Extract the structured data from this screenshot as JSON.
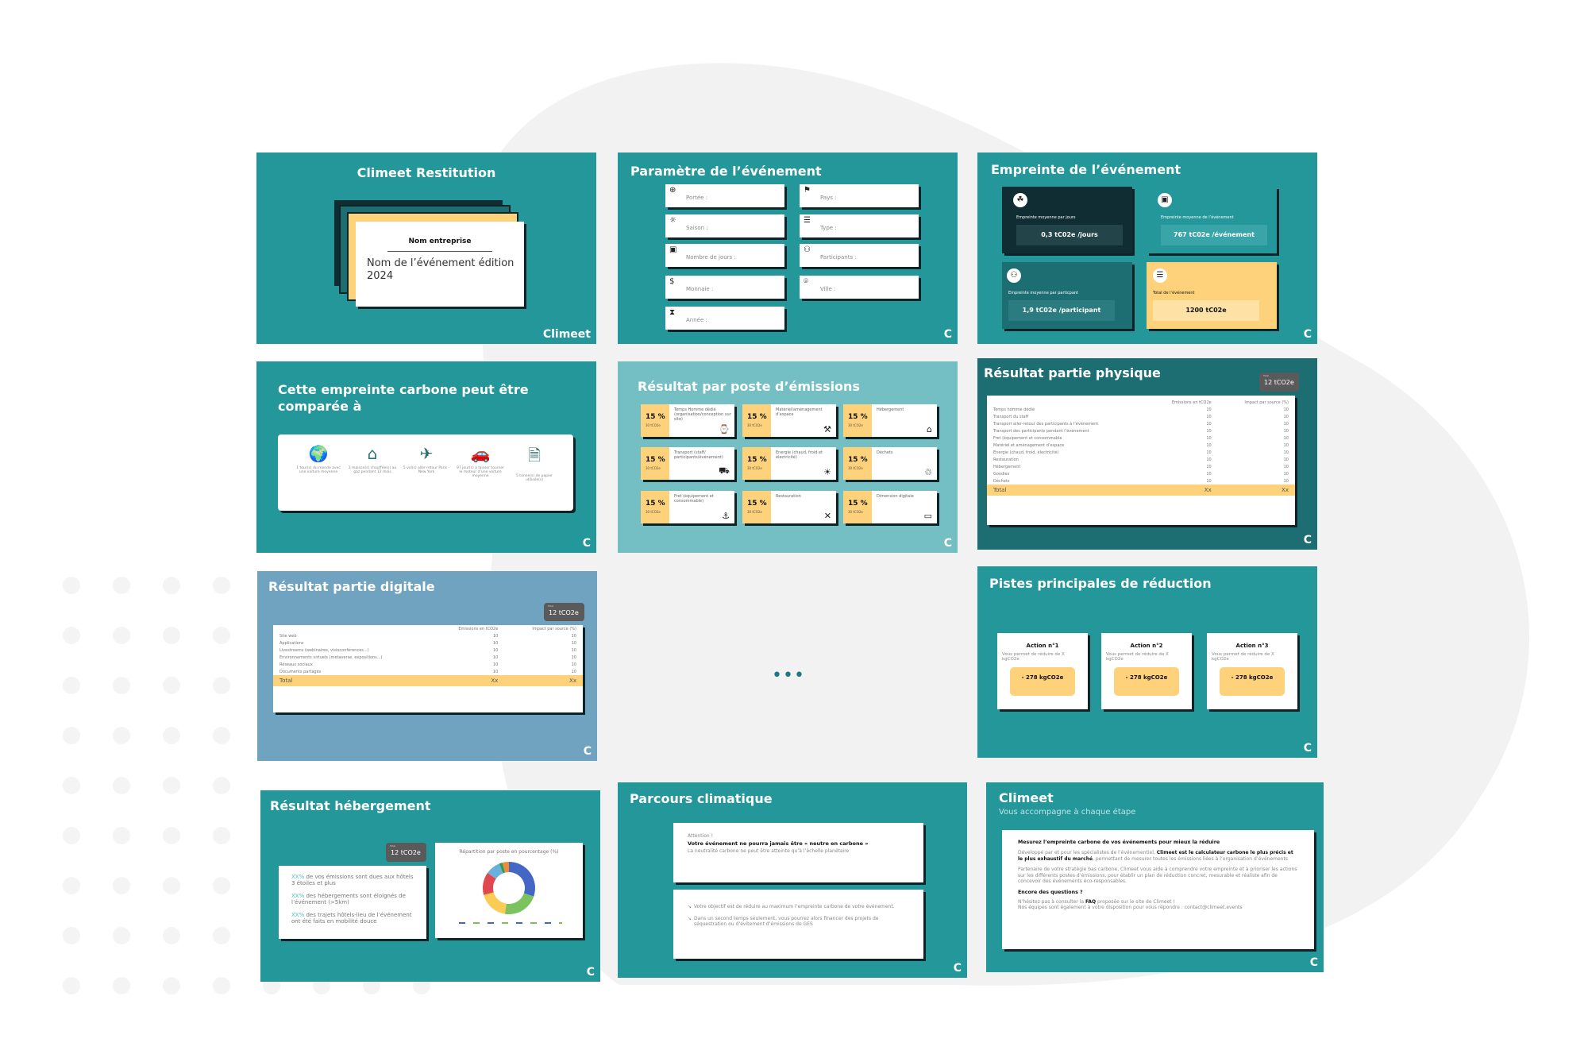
{
  "colors": {
    "teal": "#23979a",
    "dark_teal": "#1d6e73",
    "light_teal": "#74bfc4",
    "digital_blue": "#6fa3bf",
    "yellow": "#fdd27a",
    "dark": "#0f2d33"
  },
  "more_indicator": "•••",
  "s1": {
    "title": "Climeet Restitution",
    "company": "Nom entreprise",
    "event": "Nom de l’événement édition 2024",
    "logo": "Climeet"
  },
  "s2": {
    "title": "Paramètre de l’événement",
    "fields": [
      {
        "icon": "globe-icon",
        "glyph": "⊕",
        "label": "Portée :"
      },
      {
        "icon": "sun-icon",
        "glyph": "☼",
        "label": "Saison :"
      },
      {
        "icon": "calendar-icon",
        "glyph": "▣",
        "label": "Nombre de jours :"
      },
      {
        "icon": "dollar-icon",
        "glyph": "$",
        "label": "Monnaie :"
      },
      {
        "icon": "hourglass-icon",
        "glyph": "⧗",
        "label": "Année :"
      },
      {
        "icon": "flag-icon",
        "glyph": "⚑",
        "label": "Pays :"
      },
      {
        "icon": "type-icon",
        "glyph": "☰",
        "label": "Type :"
      },
      {
        "icon": "people-icon",
        "glyph": "⚇",
        "label": "Participants :"
      },
      {
        "icon": "pin-icon",
        "glyph": "⌾",
        "label": "Ville :"
      }
    ]
  },
  "s3": {
    "title": "Empreinte de l’événement",
    "cards": [
      {
        "label": "Empreinte moyenne par jours",
        "value": "0,3 tC02e /jours"
      },
      {
        "label": "Empreinte moyenne de l’événement",
        "value": "767 tC02e /événement"
      },
      {
        "label": "Empreinte moyenne par particpant",
        "value": "1,9 tC02e /participant"
      },
      {
        "label": "Total de l’événement",
        "value": "1200 tC02e"
      }
    ]
  },
  "s4": {
    "title": "Cette empreinte carbone peut être comparée à",
    "items": [
      {
        "icon": "globe-icon",
        "glyph": "🌍",
        "text": "1 tour(s) du monde avec une voiture moyenne"
      },
      {
        "icon": "house-icon",
        "glyph": "⌂",
        "text": "3 maison(s) chauffée(s) au gaz pendant 12 mois"
      },
      {
        "icon": "plane-icon",
        "glyph": "✈",
        "text": "5 vol(s) aller-retour Paris - New York"
      },
      {
        "icon": "car-icon",
        "glyph": "🚗",
        "text": "97 jour(s) à laisser tourner le moteur d’une voiture moyenne"
      },
      {
        "icon": "paper-icon",
        "glyph": "🗎",
        "text": "5 tonne(s) de papier utilisée(s)"
      }
    ]
  },
  "s5": {
    "title": "Résultat par poste d’émissions",
    "items": [
      {
        "pct": "15 %",
        "val": "30 tCO2e",
        "name": "Temps Homme dédié (organisation/conception sur site)",
        "icon": "person-clock-icon",
        "glyph": "⌚"
      },
      {
        "pct": "15 %",
        "val": "30 tCO2e",
        "name": "Matériel/aménagement d’espace",
        "icon": "tools-icon",
        "glyph": "⚒"
      },
      {
        "pct": "15 %",
        "val": "30 tCO2e",
        "name": "Hébergement",
        "icon": "building-icon",
        "glyph": "⌂"
      },
      {
        "pct": "15 %",
        "val": "30 tCO2e",
        "name": "Transport (staff/ participants/événement)",
        "icon": "transport-icon",
        "glyph": "⛟"
      },
      {
        "pct": "15 %",
        "val": "30 tCO2e",
        "name": "Energie (chaud, froid et électricité)",
        "icon": "bulb-icon",
        "glyph": "☀"
      },
      {
        "pct": "15 %",
        "val": "30 tCO2e",
        "name": "Déchets",
        "icon": "trash-icon",
        "glyph": "♲"
      },
      {
        "pct": "15 %",
        "val": "30 tCO2e",
        "name": "Fret (équipement et consommable)",
        "icon": "ship-icon",
        "glyph": "⚓"
      },
      {
        "pct": "15 %",
        "val": "30 tCO2e",
        "name": "Restauration",
        "icon": "cutlery-icon",
        "glyph": "✕"
      },
      {
        "pct": "15 %",
        "val": "30 tCO2e",
        "name": "Dimension digitale",
        "icon": "monitor-icon",
        "glyph": "▭"
      }
    ]
  },
  "s6": {
    "title": "Résultat partie physique",
    "badge_small": "Total",
    "badge_value": "12 tCO2e",
    "headers": [
      "",
      "Emissions en tCO2e",
      "Impact par source (%)"
    ],
    "rows": [
      [
        "Temps homme dédié",
        "10",
        "10"
      ],
      [
        "Transport du staff",
        "10",
        "10"
      ],
      [
        "Transport aller-retour des participants à l’événement",
        "10",
        "10"
      ],
      [
        "Transport des participants pendant l’événement",
        "10",
        "10"
      ],
      [
        "Fret (équipement et consommable",
        "10",
        "10"
      ],
      [
        "Matériel et aménagement d’espace",
        "10",
        "10"
      ],
      [
        "Energie (chaud, froid, électricité)",
        "10",
        "10"
      ],
      [
        "Restauration",
        "10",
        "10"
      ],
      [
        "Hébergement",
        "10",
        "10"
      ],
      [
        "Goodies",
        "10",
        "10"
      ],
      [
        "Déchets",
        "10",
        "10"
      ]
    ],
    "total": [
      "Total",
      "Xx",
      "Xx"
    ]
  },
  "s7": {
    "title": "Résultat partie digitale",
    "badge_small": "Total",
    "badge_value": "12 tCO2e",
    "headers": [
      "",
      "Emissions en tCO2e",
      "Impact par source (%)"
    ],
    "rows": [
      [
        "Site web",
        "10",
        "10"
      ],
      [
        "Applications",
        "10",
        "10"
      ],
      [
        "Livestreams (webinaires, visioconférences...)",
        "10",
        "10"
      ],
      [
        "Environnements virtuels (metaverse, expositions...)",
        "10",
        "10"
      ],
      [
        "Réseaux sociaux",
        "10",
        "10"
      ],
      [
        "Documents partagés",
        "10",
        "10"
      ]
    ],
    "total": [
      "Total",
      "Xx",
      "Xx"
    ]
  },
  "s8": {
    "title": "Pistes principales de réduction",
    "actions": [
      {
        "title": "Action n°1",
        "desc": "Vous permet de réduire de X kgCO2e",
        "value": "- 278 kgCO2e"
      },
      {
        "title": "Action n°2",
        "desc": "Vous permet de réduire de X kgCO2e",
        "value": "- 278 kgCO2e"
      },
      {
        "title": "Action n°3",
        "desc": "Vous permet de réduire de X kgCO2e",
        "value": "- 278 kgCO2e"
      }
    ]
  },
  "s9": {
    "title": "Résultat hébergement",
    "badge_small": "Total",
    "badge_value": "12 tCO2e",
    "stats": [
      {
        "hl": "XX%",
        "text": " de vos émissions sont dues aux hôtels 3 étoiles et plus"
      },
      {
        "hl": "XX%",
        "text": " des hébergements sont éloignés de l’événement (>5km)"
      },
      {
        "hl": "XX%",
        "text": " des trajets hôtels-lieu de l’événement ont été faits en mobilité douce"
      }
    ],
    "chart_data": {
      "type": "pie",
      "title": "Répartition par poste en pourcentage (%)",
      "values": [
        30,
        22,
        18,
        14,
        9,
        2,
        4
      ],
      "colors": [
        "#4466c4",
        "#7cc35f",
        "#fccb56",
        "#e0484f",
        "#67b1dc",
        "#2f9a55",
        "#f08a3c"
      ]
    }
  },
  "s10": {
    "title": "Parcours climatique",
    "attention": "Attention !",
    "bold": "Votre événement ne pourra jamais être « neutre en carbone »",
    "sub": "La neutralité carbone ne peut être atteinte qu’à l’échelle planétaire",
    "bullets": [
      "Votre objectif est de réduire au maximum l’empreinte carbone de votre événement.",
      "Dans un second temps seulement, vous pourrez alors financer des projets de séquestration ou d’évitement d’émissions de GES"
    ]
  },
  "s11": {
    "title": "Climeet",
    "subtitle": "Vous accompagne à chaque étape",
    "h1": "Mesurez l’empreinte carbone de vos événements pour mieux la réduire",
    "p1a": "Développé par et pour les spécialistes de l’événementiel, ",
    "p1b": "Climeet est le calculateur carbone le plus précis et le plus exhaustif du marché",
    "p1c": ", permettant de mesurer toutes les émissions liées à l’organisation d’événements",
    "p2": "Partenaire de votre stratégie bas carbone, Climeet vous aide à comprendre votre empreinte et à prioriser les actions sur les différents postes d’émissions, pour établir un plan de réduction concret, mesurable et réaliste afin de concevoir des événements éco-responsables.",
    "h2": "Encore des questions ?",
    "p3a": "N’hésitez pas à consulter la ",
    "p3b": "FAQ",
    "p3c": " proposée sur le site de Climeet !",
    "p4": "Nos équipes sont également à votre disposition pour vous répondre : contact@climeet.events"
  },
  "slide_logo": "C"
}
